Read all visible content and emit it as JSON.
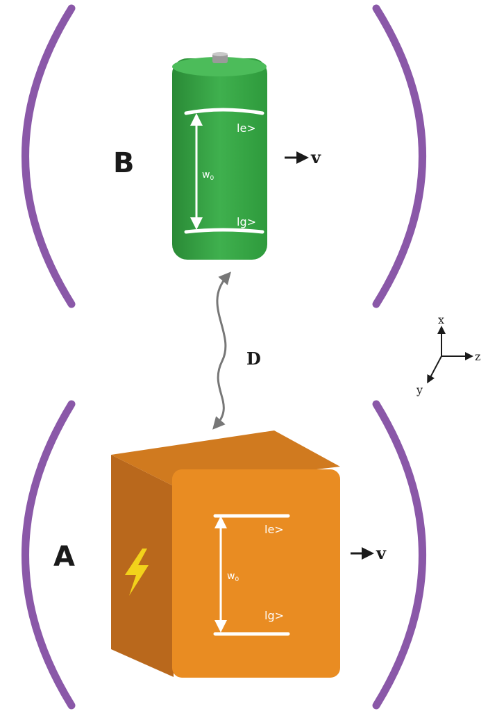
{
  "diagram": {
    "atom_b": {
      "label": "B",
      "excited_state": "le>",
      "ground_state": "lg>",
      "transition": "w",
      "transition_sub": "0",
      "velocity": "v"
    },
    "atom_a": {
      "label": "A",
      "excited_state": "le>",
      "ground_state": "lg>",
      "transition": "w",
      "transition_sub": "0",
      "velocity": "v"
    },
    "coupling_label": "D",
    "axes": {
      "x": "x",
      "y": "y",
      "z": "z"
    },
    "colors": {
      "cavity": "#8a58a8",
      "battery": "#3aa84a",
      "box_front": "#e98c22",
      "box_side": "#b9681c",
      "box_top": "#d07a1f",
      "bolt": "#f2d21b"
    }
  }
}
